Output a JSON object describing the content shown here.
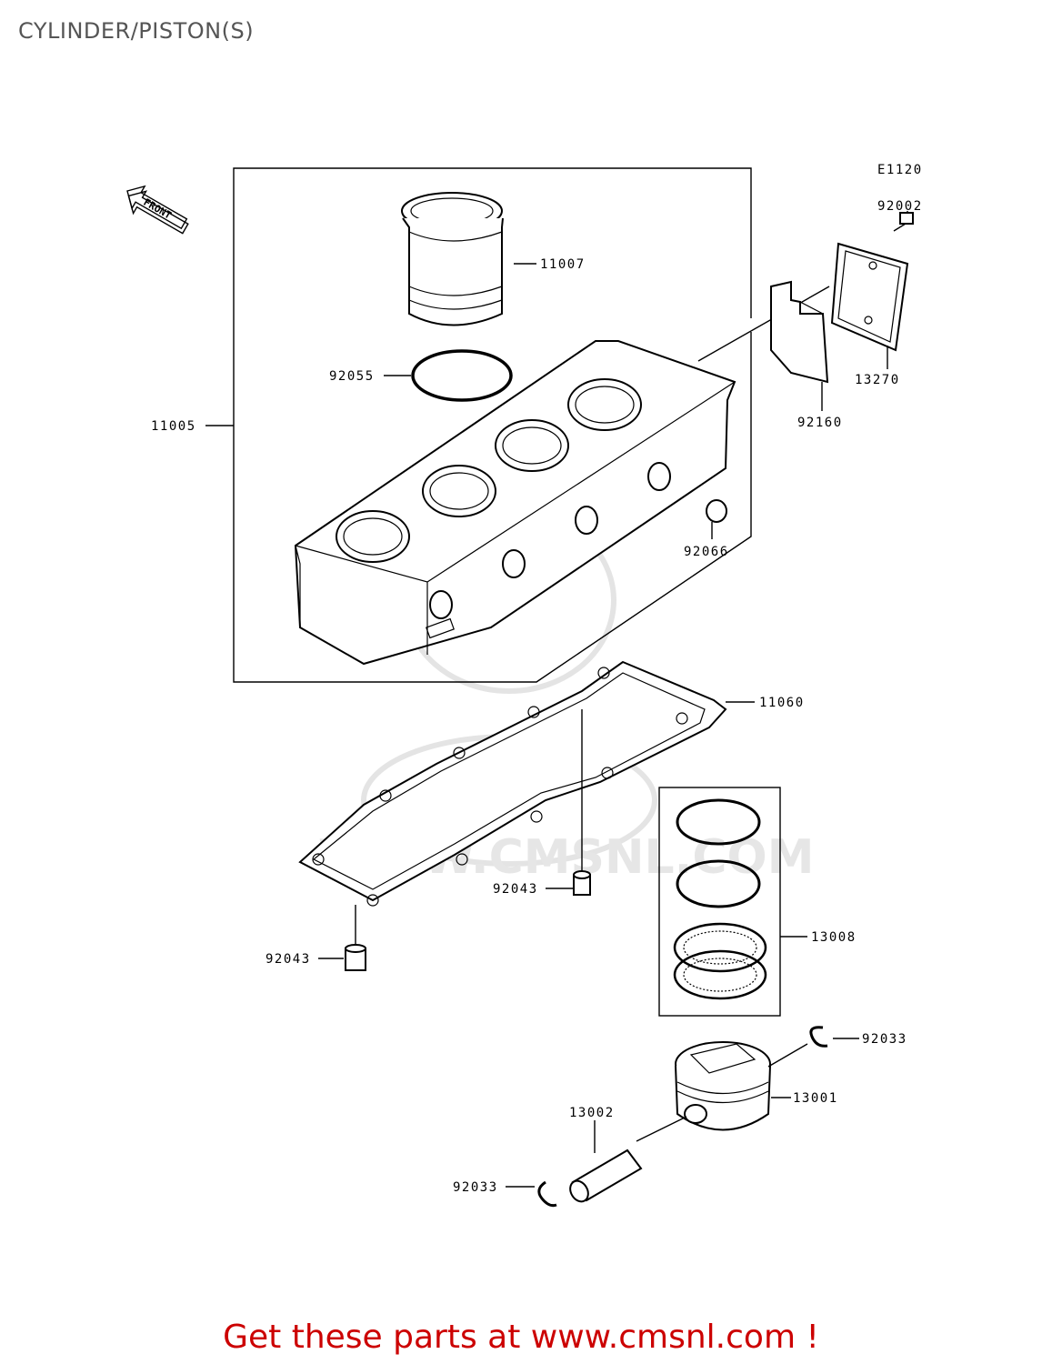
{
  "page": {
    "title": "CYLINDER/PISTON(S)",
    "footer": "Get these parts at www.cmsnl.com !"
  },
  "diagram": {
    "code": "E1120",
    "front_label": "FRONT",
    "watermark": "WWW.CMSNL.COM",
    "part_labels": [
      "11007",
      "92055",
      "11005",
      "92002",
      "13270",
      "92160",
      "92066",
      "11060",
      "92043",
      "92043",
      "13008",
      "92033",
      "13001",
      "13002",
      "92033"
    ]
  }
}
